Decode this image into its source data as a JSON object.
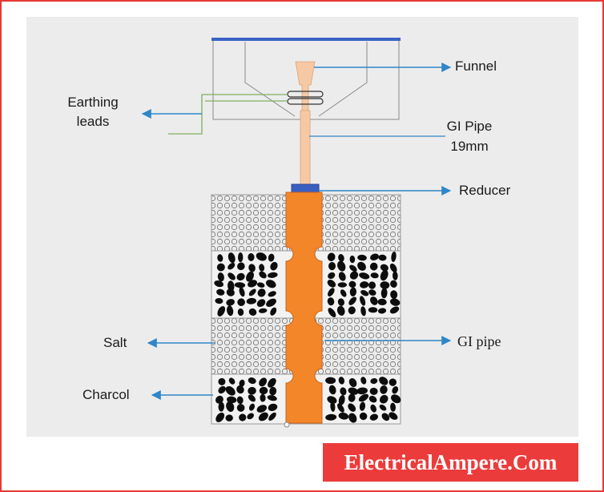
{
  "labels": {
    "funnel": "Funnel",
    "earthing_leads_line1": "Earthing",
    "earthing_leads_line2": "leads",
    "gi_pipe_19mm_line1": "GI Pipe",
    "gi_pipe_19mm_line2": "19mm",
    "reducer": "Reducer",
    "salt": "Salt",
    "gi_pipe": "GI pipe",
    "charcoal": "Charcol"
  },
  "brand": {
    "text": "ElectricalAmpere.Com"
  },
  "colors": {
    "frame": "#e53935",
    "panel": "#ececec",
    "pipe": "#f4862a",
    "gi_pipe_upper": "#f6c9a4",
    "reducer": "#3a5fc0",
    "arrow": "#2f86c8",
    "lead_wire": "#7fae5b",
    "charcoal": "#0d0d0d",
    "brand_bg": "#ec3b3b"
  },
  "layers": [
    "salt",
    "charcoal",
    "salt",
    "charcoal"
  ]
}
